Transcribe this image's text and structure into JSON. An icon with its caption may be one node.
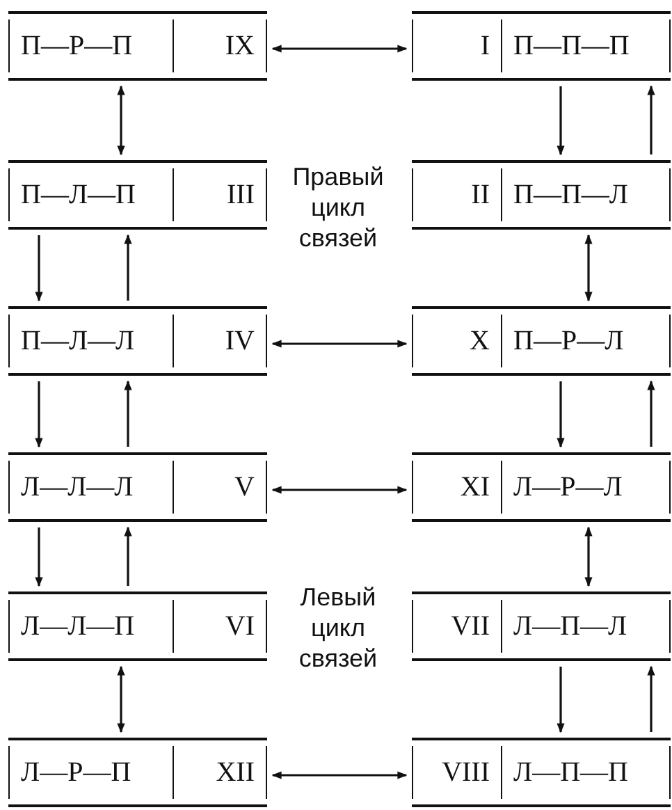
{
  "diagram": {
    "nodes": [
      {
        "text": [
          "П—Р—П",
          "IX"
        ]
      },
      {
        "text": [
          "I",
          "П—П—П"
        ]
      },
      {
        "text": [
          "П—Л—П",
          "III"
        ]
      },
      {
        "text": [
          "II",
          "П—П—Л"
        ]
      },
      {
        "text": [
          "П—Л—Л",
          "IV"
        ]
      },
      {
        "text": [
          "X",
          "П—Р—Л"
        ]
      },
      {
        "text": [
          "Л—Л—Л",
          "V"
        ]
      },
      {
        "text": [
          "XI",
          "Л—Р—Л"
        ]
      },
      {
        "text": [
          "Л—Л—П",
          "VI"
        ]
      },
      {
        "text": [
          "VII",
          "Л—П—Л"
        ]
      },
      {
        "text": [
          "Л—Р—П",
          "XII"
        ]
      },
      {
        "text": [
          "VIII",
          "Л—П—П"
        ]
      }
    ],
    "edges": [
      {
        "from": 0,
        "to": 1,
        "arrow": "both"
      },
      {
        "from": 0,
        "to": 2,
        "arrow": "both"
      },
      {
        "from": 1,
        "to": 3,
        "arrow": "to"
      },
      {
        "from": 3,
        "to": 1,
        "arrow": "to"
      },
      {
        "from": 2,
        "to": 4,
        "arrow": "to"
      },
      {
        "from": 4,
        "to": 2,
        "arrow": "to"
      },
      {
        "from": 3,
        "to": 5,
        "arrow": "both"
      },
      {
        "from": 4,
        "to": 5,
        "arrow": "both"
      },
      {
        "from": 4,
        "to": 6,
        "arrow": "to"
      },
      {
        "from": 6,
        "to": 4,
        "arrow": "to"
      },
      {
        "from": 5,
        "to": 7,
        "arrow": "to"
      },
      {
        "from": 7,
        "to": 5,
        "arrow": "to"
      },
      {
        "from": 6,
        "to": 7,
        "arrow": "both"
      },
      {
        "from": 6,
        "to": 8,
        "arrow": "to"
      },
      {
        "from": 8,
        "to": 6,
        "arrow": "to"
      },
      {
        "from": 7,
        "to": 9,
        "arrow": "both"
      },
      {
        "from": 8,
        "to": 10,
        "arrow": "both"
      },
      {
        "from": 9,
        "to": 11,
        "arrow": "to"
      },
      {
        "from": 11,
        "to": 9,
        "arrow": "to"
      },
      {
        "from": 10,
        "to": 11,
        "arrow": "both"
      }
    ],
    "labels": [
      "Правый цикл связей",
      "Левый цикл связей"
    ]
  }
}
